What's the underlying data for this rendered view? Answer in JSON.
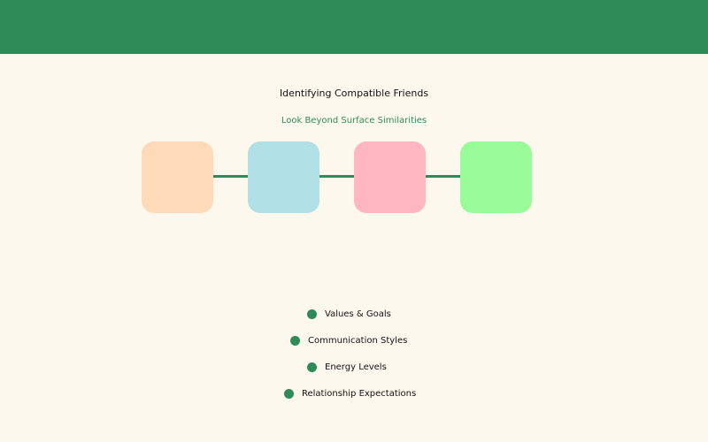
{
  "colors": {
    "background": "#FDF8EE",
    "accent": "#2E8B57",
    "text": "#111111"
  },
  "title": "Identifying Compatible Friends",
  "subtitle": "Look Beyond Surface Similarities",
  "steps": [
    {
      "color": "#FFDAB9"
    },
    {
      "color": "#B0E0E6"
    },
    {
      "color": "#FFB6C1"
    },
    {
      "color": "#98FB98"
    }
  ],
  "factors": [
    {
      "label": "Values & Goals"
    },
    {
      "label": "Communication Styles"
    },
    {
      "label": "Energy Levels"
    },
    {
      "label": "Relationship Expectations"
    }
  ]
}
